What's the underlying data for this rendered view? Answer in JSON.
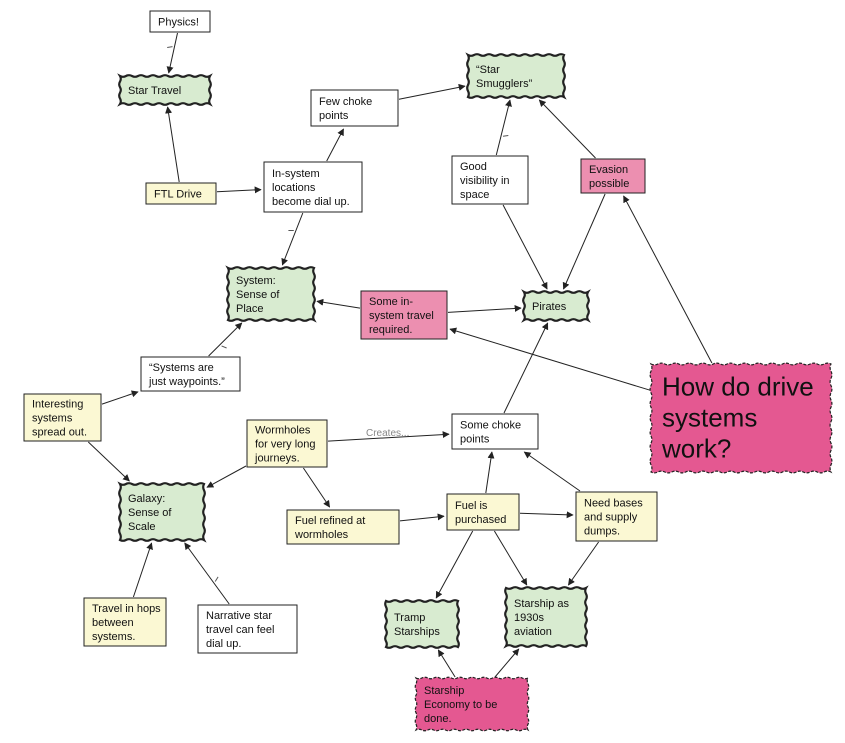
{
  "colors": {
    "plain": "#ffffff",
    "yellow": "#fbf8d3",
    "green": "#d8ebd0",
    "pink": "#ec8fb0",
    "hotpink": "#e45891",
    "border": "#222222",
    "line": "#222222"
  },
  "nodes": [
    {
      "id": "physics",
      "style": "plain",
      "lines": [
        "Physics!"
      ]
    },
    {
      "id": "star-travel",
      "style": "green",
      "lines": [
        "Star Travel"
      ]
    },
    {
      "id": "few-choke",
      "style": "plain",
      "lines": [
        "Few choke",
        "points"
      ]
    },
    {
      "id": "star-smugglers",
      "style": "green",
      "lines": [
        "“Star",
        "Smugglers”"
      ]
    },
    {
      "id": "ftl-drive",
      "style": "yellow",
      "lines": [
        "FTL Drive"
      ]
    },
    {
      "id": "in-system",
      "style": "plain",
      "lines": [
        "In-system",
        "locations",
        "become dial up."
      ]
    },
    {
      "id": "good-visibility",
      "style": "plain",
      "lines": [
        "Good",
        "visibility in",
        "space"
      ]
    },
    {
      "id": "evasion",
      "style": "pink",
      "lines": [
        "Evasion",
        "possible"
      ]
    },
    {
      "id": "system-sense",
      "style": "green",
      "lines": [
        "System:",
        "Sense of",
        "Place"
      ]
    },
    {
      "id": "some-insystem",
      "style": "pink",
      "lines": [
        "Some in-",
        "system travel",
        "required."
      ]
    },
    {
      "id": "pirates",
      "style": "green",
      "lines": [
        "Pirates"
      ]
    },
    {
      "id": "systems-waypoints",
      "style": "plain",
      "lines": [
        "“Systems are",
        "just waypoints.”"
      ]
    },
    {
      "id": "how-do-drive",
      "style": "hotpink",
      "lines": [
        "How do drive",
        "systems",
        "work?"
      ]
    },
    {
      "id": "interesting-systems",
      "style": "yellow",
      "lines": [
        "Interesting",
        "systems",
        "spread out."
      ]
    },
    {
      "id": "wormholes",
      "style": "yellow",
      "lines": [
        "Wormholes",
        "for very long",
        "journeys."
      ]
    },
    {
      "id": "some-choke",
      "style": "plain",
      "lines": [
        "Some choke",
        "points"
      ]
    },
    {
      "id": "galaxy-sense",
      "style": "green",
      "lines": [
        "Galaxy:",
        "Sense of",
        "Scale"
      ]
    },
    {
      "id": "fuel-refined",
      "style": "yellow",
      "lines": [
        "Fuel refined at",
        "wormholes"
      ]
    },
    {
      "id": "fuel-purchased",
      "style": "yellow",
      "lines": [
        "Fuel is",
        "purchased"
      ]
    },
    {
      "id": "need-bases",
      "style": "yellow",
      "lines": [
        "Need bases",
        "and supply",
        "dumps."
      ]
    },
    {
      "id": "travel-hops",
      "style": "yellow",
      "lines": [
        "Travel in hops",
        "between",
        "systems."
      ]
    },
    {
      "id": "narrative-star",
      "style": "plain",
      "lines": [
        "Narrative star",
        "travel can feel",
        "dial up."
      ]
    },
    {
      "id": "tramp-starships",
      "style": "green",
      "lines": [
        "Tramp",
        "Starships"
      ]
    },
    {
      "id": "starship-1930s",
      "style": "green",
      "lines": [
        "Starship as",
        "1930s",
        "aviation"
      ]
    },
    {
      "id": "starship-economy",
      "style": "hotpink",
      "lines": [
        "Starship",
        "Economy to be",
        "done."
      ]
    }
  ],
  "links": [
    {
      "from": "physics",
      "to": "star-travel",
      "label": "",
      "tick": true
    },
    {
      "from": "ftl-drive",
      "to": "star-travel",
      "label": "",
      "tick": false
    },
    {
      "from": "ftl-drive",
      "to": "in-system",
      "label": "",
      "tick": false
    },
    {
      "from": "in-system",
      "to": "few-choke",
      "label": "",
      "tick": false
    },
    {
      "from": "few-choke",
      "to": "star-smugglers",
      "label": "",
      "tick": false
    },
    {
      "from": "good-visibility",
      "to": "star-smugglers",
      "label": "",
      "tick": true
    },
    {
      "from": "evasion",
      "to": "star-smugglers",
      "label": "",
      "tick": false
    },
    {
      "from": "in-system",
      "to": "system-sense",
      "label": "",
      "tick": true
    },
    {
      "from": "good-visibility",
      "to": "pirates",
      "label": "",
      "tick": false
    },
    {
      "from": "evasion",
      "to": "pirates",
      "label": "",
      "tick": false
    },
    {
      "from": "some-insystem",
      "to": "system-sense",
      "label": "",
      "tick": false
    },
    {
      "from": "some-insystem",
      "to": "pirates",
      "label": "",
      "tick": false
    },
    {
      "from": "how-do-drive",
      "to": "evasion",
      "label": "",
      "tick": false
    },
    {
      "from": "how-do-drive",
      "to": "some-insystem",
      "label": "",
      "tick": false
    },
    {
      "from": "systems-waypoints",
      "to": "system-sense",
      "label": "",
      "tick": true
    },
    {
      "from": "interesting-systems",
      "to": "systems-waypoints",
      "label": "",
      "tick": false
    },
    {
      "from": "interesting-systems",
      "to": "galaxy-sense",
      "label": "",
      "tick": false
    },
    {
      "from": "wormholes",
      "to": "some-choke",
      "label": "Creates...",
      "tick": false
    },
    {
      "from": "wormholes",
      "to": "galaxy-sense",
      "label": "",
      "tick": false
    },
    {
      "from": "wormholes",
      "to": "fuel-refined",
      "label": "",
      "tick": false
    },
    {
      "from": "some-choke",
      "to": "pirates",
      "label": "",
      "tick": false
    },
    {
      "from": "fuel-refined",
      "to": "fuel-purchased",
      "label": "",
      "tick": false
    },
    {
      "from": "fuel-purchased",
      "to": "some-choke",
      "label": "",
      "tick": false
    },
    {
      "from": "need-bases",
      "to": "some-choke",
      "label": "",
      "tick": false
    },
    {
      "from": "fuel-purchased",
      "to": "need-bases",
      "label": "",
      "tick": false
    },
    {
      "from": "fuel-purchased",
      "to": "tramp-starships",
      "label": "",
      "tick": false
    },
    {
      "from": "fuel-purchased",
      "to": "starship-1930s",
      "label": "",
      "tick": false
    },
    {
      "from": "need-bases",
      "to": "starship-1930s",
      "label": "",
      "tick": false
    },
    {
      "from": "travel-hops",
      "to": "galaxy-sense",
      "label": "",
      "tick": false
    },
    {
      "from": "narrative-star",
      "to": "galaxy-sense",
      "label": "",
      "tick": true
    },
    {
      "from": "starship-economy",
      "to": "tramp-starships",
      "label": "",
      "tick": false
    },
    {
      "from": "starship-economy",
      "to": "starship-1930s",
      "label": "",
      "tick": false
    }
  ]
}
